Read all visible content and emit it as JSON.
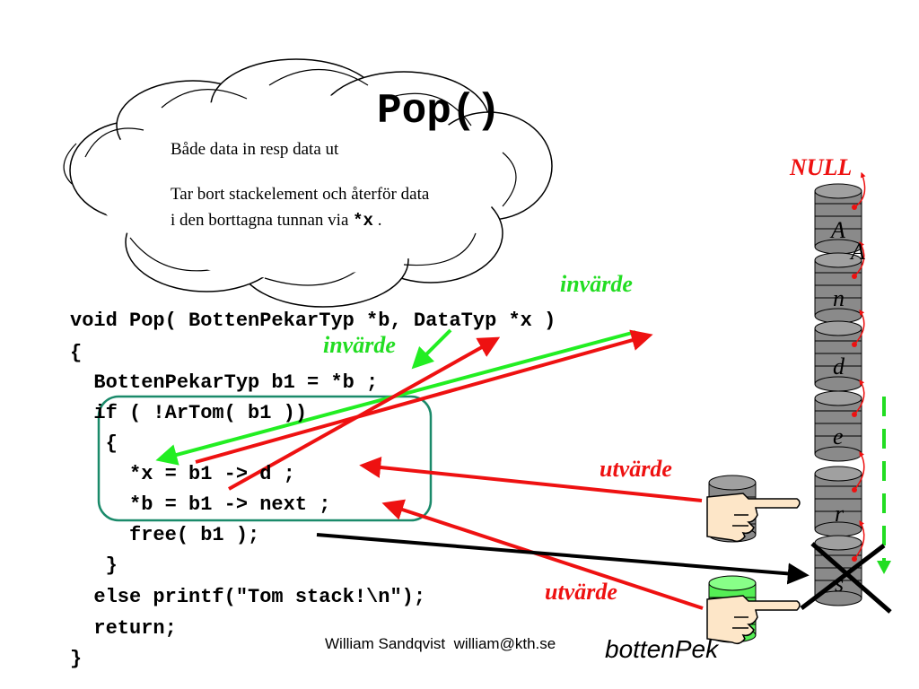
{
  "title": "Pop()",
  "cloud": {
    "line1": "Både data in resp data ut",
    "line2_prefix": "Tar bort  stackelement och återför data i den borttagna tunnan via ",
    "line2_code": "*x",
    "line2_suffix": " ."
  },
  "code_lines": [
    "void Pop( BottenPekarTyp *b, DataTyp *x )",
    "{",
    "  BottenPekarTyp b1 = *b ;",
    "  if ( !ArTom( b1 ))",
    "   {",
    "     *x = b1 -> d ;",
    "     *b = b1 -> next ;",
    "     free( b1 );",
    "   }",
    "  else printf(\"Tom stack!\\n\");",
    "  return;",
    "}"
  ],
  "labels": {
    "invarde_right": "invärde",
    "invarde_left": "invärde",
    "utvarde_upper": "utvärde",
    "utvarde_lower": "utvärde",
    "null": "NULL",
    "botten": "bottenPek"
  },
  "stack_letters": [
    "A",
    "A",
    "n",
    "d",
    "e",
    "r",
    "s"
  ],
  "footer": "William Sandqvist  william@kth.se",
  "colors": {
    "green_arrow": "#22ee22",
    "red_arrow": "#ee1111",
    "box_border": "#1a8a6a",
    "barrel": "#8a8a8a",
    "barrel_green": "#55ee55"
  },
  "icons": [
    "cloud-icon",
    "barrel-icon",
    "pointing-hand-icon",
    "cross-icon",
    "dashed-down-arrow-icon"
  ]
}
